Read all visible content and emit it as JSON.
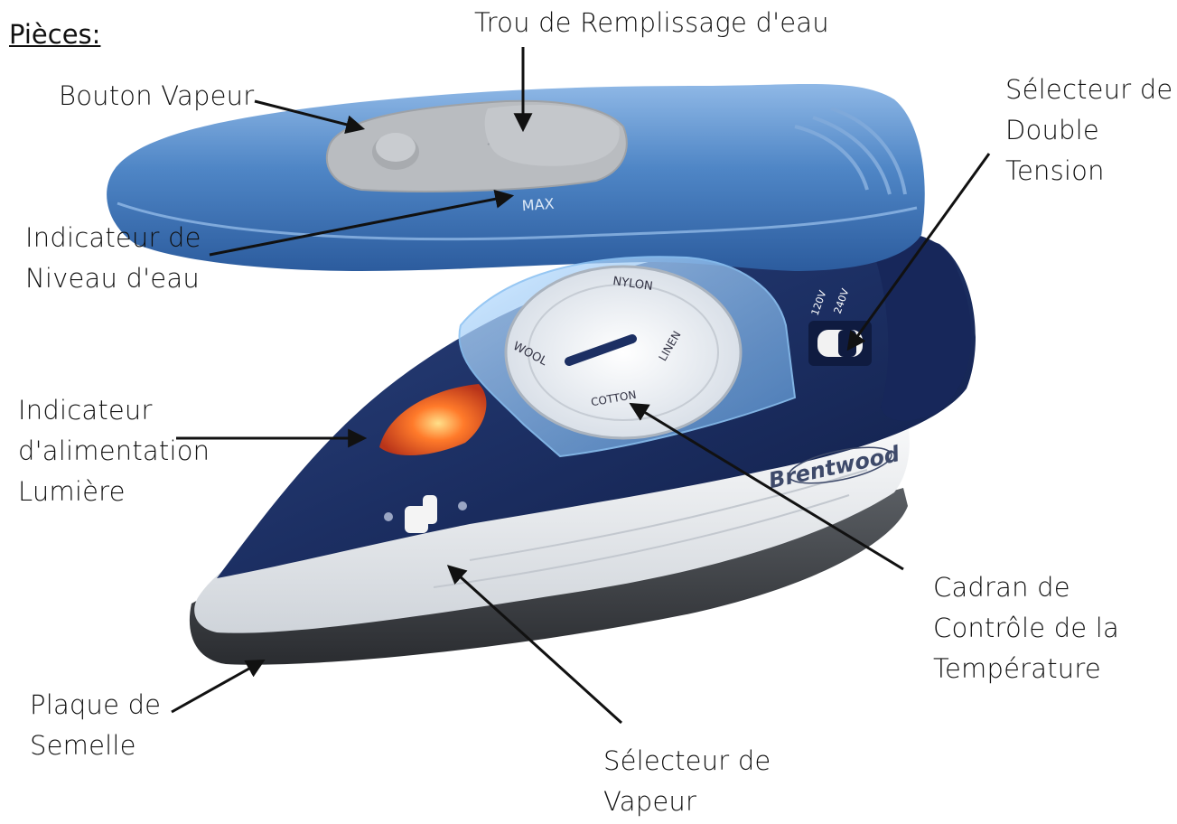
{
  "heading": "Pièces:",
  "labels": {
    "fill_hole": [
      "Trou de Remplissage d'eau"
    ],
    "steam_button": [
      "Bouton Vapeur"
    ],
    "dual_voltage": [
      "Sélecteur de",
      "Double",
      "Tension"
    ],
    "water_level": [
      "Indicateur de",
      "Niveau d'eau"
    ],
    "power_light": [
      "Indicateur",
      "d'alimentation",
      "Lumière"
    ],
    "temp_dial": [
      "Cadran de",
      "Contrôle de la",
      "Température"
    ],
    "soleplate": [
      "Plaque de",
      "Semelle"
    ],
    "steam_selector": [
      "Sélecteur de",
      "Vapeur"
    ]
  },
  "product": {
    "brand": "Brentwood",
    "max_mark": "MAX",
    "voltage_a": "120V",
    "voltage_b": "240V",
    "dial_marks": [
      "NYLON",
      "WOOL",
      "LINEN",
      "COTTON"
    ]
  },
  "colors": {
    "body_navy": "#1c2f63",
    "handle_blue": "#4f86c6",
    "shell_white": "#eceef1",
    "soleplate_gray": "#3f4246",
    "lamp_orange": "#ff7a2a",
    "arrow": "#111111"
  }
}
